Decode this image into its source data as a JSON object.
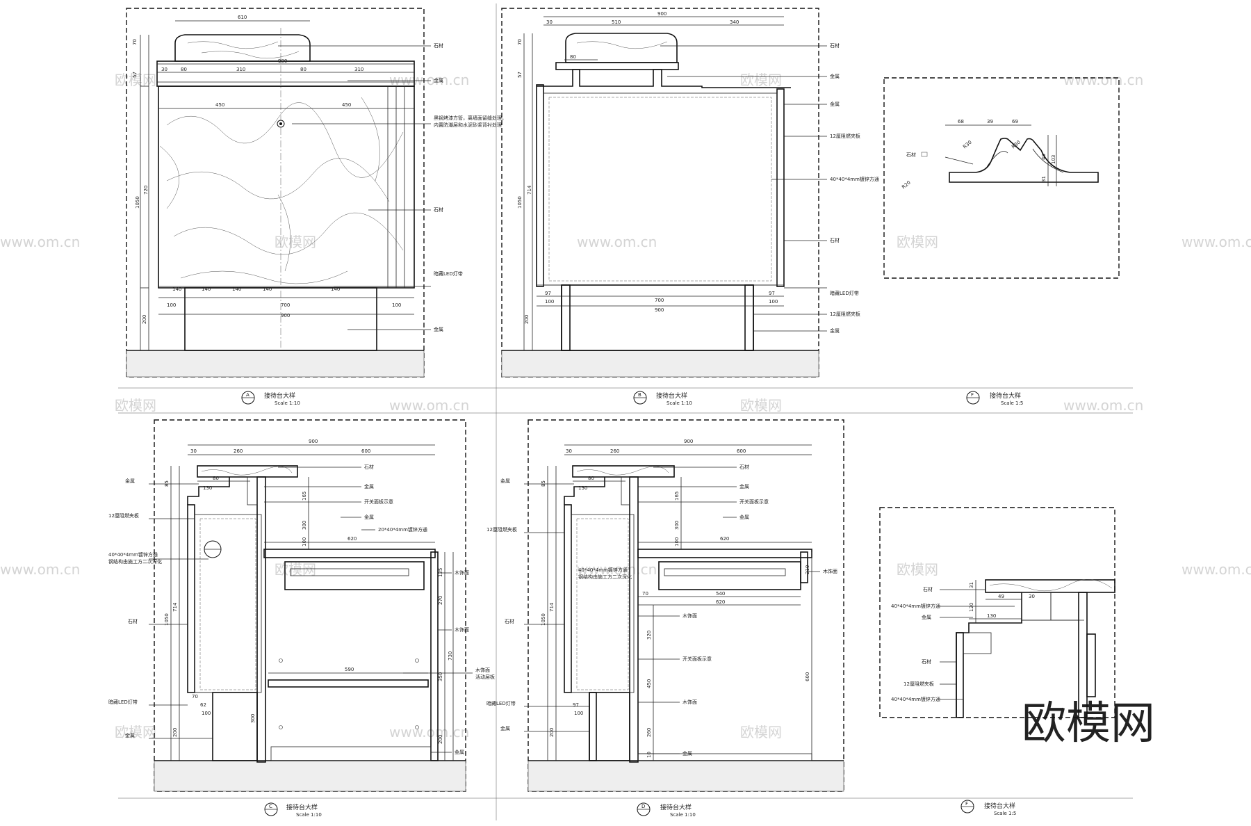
{
  "drawings": {
    "A": {
      "tag": "A",
      "title": "接待台大样",
      "scale": "Scale 1:10",
      "labels": [
        "石材",
        "金属",
        "石材",
        "暗藏LED灯带",
        "金属"
      ],
      "note": [
        "黑钢烤漆方管，离墙面留缝处理，",
        "内置防潮层和水泥砂浆背衬处理"
      ],
      "dims_top": [
        "610",
        "900",
        "30",
        "80",
        "310",
        "80",
        "310",
        "450",
        "450"
      ],
      "dims_left": [
        "70",
        "57",
        "1050",
        "720",
        "200"
      ],
      "dims_bottom": [
        "140",
        "140",
        "140",
        "140",
        "140",
        "100",
        "700",
        "100",
        "900"
      ]
    },
    "B": {
      "tag": "B",
      "title": "接待台大样",
      "scale": "Scale 1:10",
      "labels": [
        "石材",
        "金属",
        "金属",
        "12厘阻燃夹板",
        "40*40*4mm镀锌方通",
        "石材",
        "暗藏LED灯带",
        "12厘阻燃夹板",
        "金属"
      ],
      "dims_top": [
        "900",
        "30",
        "510",
        "340",
        "80"
      ],
      "dims_left": [
        "70",
        "57",
        "1050",
        "714",
        "200"
      ],
      "dims_bottom": [
        "97",
        "100",
        "97",
        "100",
        "700",
        "900"
      ]
    },
    "F1": {
      "tag": "F",
      "title": "接待台大样",
      "scale": "Scale 1:5",
      "labels": [
        "石材"
      ],
      "dims": [
        "68",
        "39",
        "69",
        "R30",
        "R30",
        "R20",
        "40",
        "103",
        "31"
      ]
    },
    "C": {
      "tag": "C",
      "title": "接待台大样",
      "scale": "Scale 1:10",
      "labels_left": [
        "金属",
        "12厘阻燃夹板",
        "40*40*4mm镀锌方通",
        "钢结构由施工方二次深化",
        "石材",
        "暗藏LED灯带",
        "金属"
      ],
      "labels_right": [
        "石材",
        "金属",
        "开关面板示意",
        "金属",
        "20*40*4mm镀锌方通",
        "木饰面",
        "木饰面",
        "木饰面",
        "活动层板",
        "金属"
      ],
      "dims_top": [
        "900",
        "30",
        "260",
        "600",
        "80",
        "130"
      ],
      "dims_left": [
        "85",
        "714",
        "1050",
        "200"
      ],
      "dims_mid": [
        "165",
        "300",
        "100",
        "620",
        "590",
        "70",
        "62",
        "100",
        "300"
      ],
      "dims_right": [
        "125",
        "270",
        "730",
        "350",
        "200"
      ]
    },
    "D": {
      "tag": "D",
      "title": "接待台大样",
      "scale": "Scale 1:10",
      "labels_left": [
        "金属",
        "12厘阻燃夹板",
        "石材",
        "暗藏LED灯带",
        "金属"
      ],
      "labels_right": [
        "石材",
        "金属",
        "开关面板示意",
        "金属",
        "木饰面",
        "木饰面",
        "开关面板示意",
        "木饰面",
        "金属"
      ],
      "note": [
        "40*40*4mm镀锌方通",
        "钢结构由施工方二次深化"
      ],
      "dims_top": [
        "900",
        "30",
        "260",
        "600",
        "80",
        "130"
      ],
      "dims_left": [
        "85",
        "714",
        "1050",
        "200"
      ],
      "dims_mid": [
        "165",
        "300",
        "100",
        "620",
        "70",
        "540",
        "620",
        "320",
        "450",
        "260",
        "97",
        "100",
        "10"
      ],
      "dims_right": [
        "210",
        "600"
      ]
    },
    "F2": {
      "tag": "F",
      "title": "接待台大样",
      "scale": "Scale 1:5",
      "labels": [
        "石材",
        "40*40*4mm镀锌方通",
        "金属",
        "石材",
        "12厘阻燃夹板",
        "40*40*4mm镀锌方通"
      ],
      "dims": [
        "31",
        "49",
        "30",
        "130",
        "120"
      ]
    }
  },
  "watermark": {
    "logo": "欧模网",
    "site": "www.om.cn"
  }
}
